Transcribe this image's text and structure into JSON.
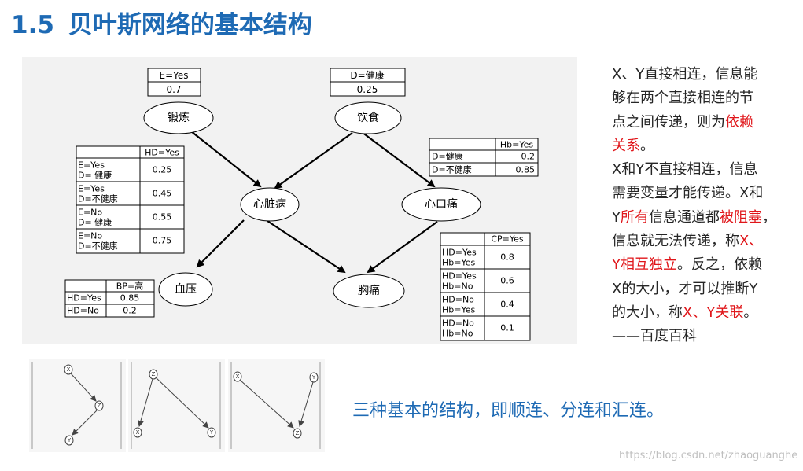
{
  "title": {
    "number": "1.5",
    "text": "贝叶斯网络的基本结构"
  },
  "network": {
    "nodes": {
      "exercise": "锻炼",
      "diet": "饮食",
      "heart": "心脏病",
      "heartburn": "心口痛",
      "bp": "血压",
      "chest": "胸痛"
    },
    "table_e": {
      "header": "E=Yes",
      "value": "0.7"
    },
    "table_d": {
      "header": "D=健康",
      "value": "0.25"
    },
    "table_hd": {
      "header": "HD=Yes",
      "rows": [
        {
          "c1": "E=Yes",
          "c2": "D= 健康",
          "v": "0.25"
        },
        {
          "c1": "E=Yes",
          "c2": "D=不健康",
          "v": "0.45"
        },
        {
          "c1": "E=No",
          "c2": "D= 健康",
          "v": "0.55"
        },
        {
          "c1": "E=No",
          "c2": "D=不健康",
          "v": "0.75"
        }
      ]
    },
    "table_hb": {
      "header": "Hb=Yes",
      "rows": [
        {
          "c": "D=健康",
          "v": "0.2"
        },
        {
          "c": "D=不健康",
          "v": "0.85"
        }
      ]
    },
    "table_bp": {
      "header": "BP=高",
      "rows": [
        {
          "c": "HD=Yes",
          "v": "0.85"
        },
        {
          "c": "HD=No",
          "v": "0.2"
        }
      ]
    },
    "table_cp": {
      "header": "CP=Yes",
      "rows": [
        {
          "c1": "HD=Yes",
          "c2": "Hb=Yes",
          "v": "0.8"
        },
        {
          "c1": "HD=Yes",
          "c2": "Hb=No",
          "v": "0.6"
        },
        {
          "c1": "HD=No",
          "c2": "Hb=Yes",
          "v": "0.4"
        },
        {
          "c1": "HD=No",
          "c2": "Hb=No",
          "v": "0.1"
        }
      ]
    }
  },
  "side_text": {
    "l1": "X、Y直接相连，信息能",
    "l2": "够在两个直接相连的节",
    "l3a": "点之间传递，则为",
    "l3b": "依赖",
    "l4": "关系",
    "l4b": "。",
    "l5": "X和Y不直接相连，信息",
    "l6": "需要变量才能传递。X和",
    "l7a": "Y",
    "l7b": "所有",
    "l7c": "信息通道都",
    "l7d": "被阻塞",
    "l7e": "，",
    "l8a": "信息就无法传递，称",
    "l8b": "X、",
    "l9a": "Y相互独立",
    "l9b": "。反之，依赖",
    "l10": "X的大小，才可以推断Y",
    "l11a": "的大小，称",
    "l11b": "X、Y关联",
    "l11c": "。",
    "l12": "——百度百科"
  },
  "mini_nodes": {
    "x": "X",
    "y": "Y",
    "z": "Z"
  },
  "caption": "三种基本的结构，即顺连、分连和汇连。",
  "watermark": "https://blog.csdn.net/zhaoguanghe"
}
